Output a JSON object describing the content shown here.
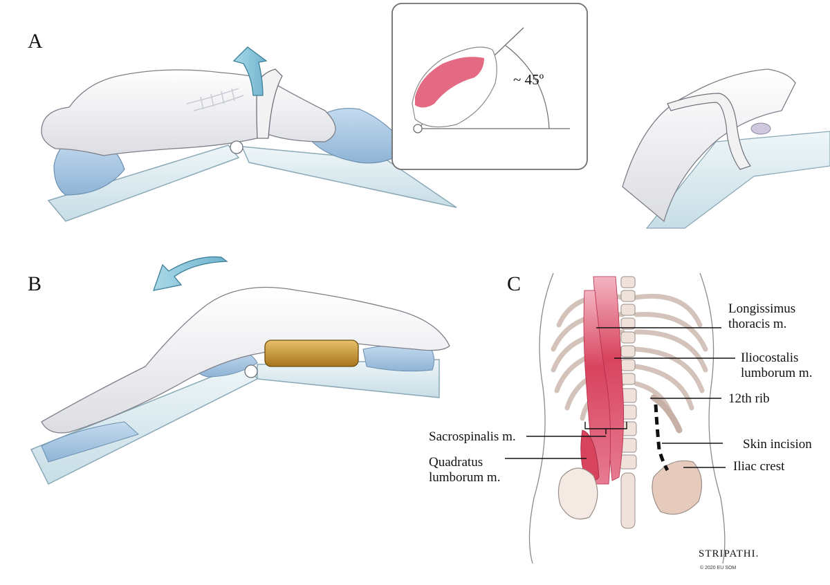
{
  "panels": {
    "a": "A",
    "b": "B",
    "c": "C"
  },
  "inset": {
    "angle_label": "~ 45º"
  },
  "labels": {
    "longissimus": [
      "Longissimus",
      "thoracis m."
    ],
    "iliocostalis": [
      "Iliocostalis",
      "lumborum m."
    ],
    "rib": "12th rib",
    "sacrospinalis": "Sacrospinalis m.",
    "skin_incision": "Skin incision",
    "quadratus": [
      "Quadratus",
      "lumborum m."
    ],
    "iliac_crest": "Iliac crest"
  },
  "signature": {
    "artist": "STRIPATHI.",
    "copyright": "© 2020 EU SOM"
  },
  "colors": {
    "cushion": "#a9c9e4",
    "table": "#d8eaf0",
    "muscle": "#d8435e",
    "bone": "#f4e6de",
    "gel_pad": "#c9972e",
    "arrow": "#8cc8de"
  }
}
